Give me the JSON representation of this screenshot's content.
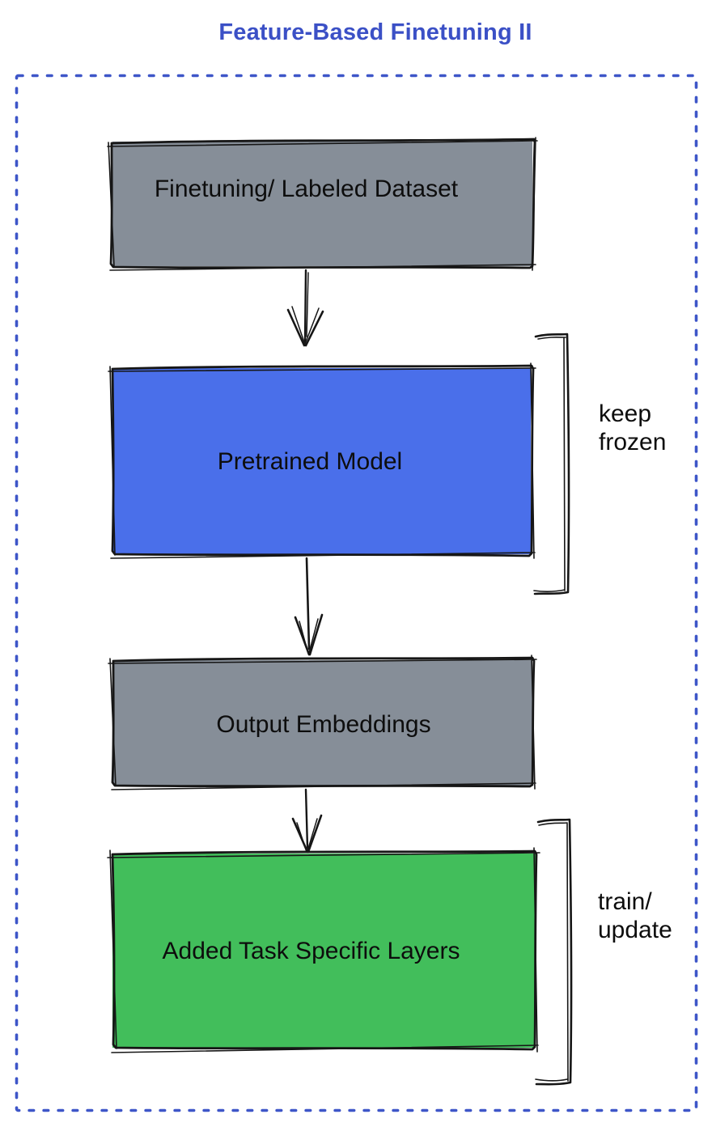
{
  "title": {
    "text": "Feature-Based Finetuning II",
    "color": "#3B50C6"
  },
  "frame": {
    "style": "dotted",
    "color": "#3E56C8"
  },
  "ink_color": "#161616",
  "nodes": [
    {
      "id": "finetuning-dataset",
      "label": "Finetuning/ Labeled Dataset",
      "fill": "#868E98",
      "text_color": "#0D0D0D"
    },
    {
      "id": "pretrained-model",
      "label": "Pretrained Model",
      "fill": "#4A6FEA",
      "text_color": "#0D0D0D"
    },
    {
      "id": "output-embeddings",
      "label": "Output Embeddings",
      "fill": "#868E98",
      "text_color": "#0D0D0D"
    },
    {
      "id": "added-task-specific-layers",
      "label": "Added Task Specific Layers",
      "fill": "#42BE5B",
      "text_color": "#0D0D0D"
    }
  ],
  "edges": [
    {
      "from": "finetuning-dataset",
      "to": "pretrained-model"
    },
    {
      "from": "pretrained-model",
      "to": "output-embeddings"
    },
    {
      "from": "output-embeddings",
      "to": "added-task-specific-layers"
    }
  ],
  "annotations": [
    {
      "target": "pretrained-model",
      "line1": "keep",
      "line2": "frozen"
    },
    {
      "target": "added-task-specific-layers",
      "line1": "train/",
      "line2": "update"
    }
  ]
}
